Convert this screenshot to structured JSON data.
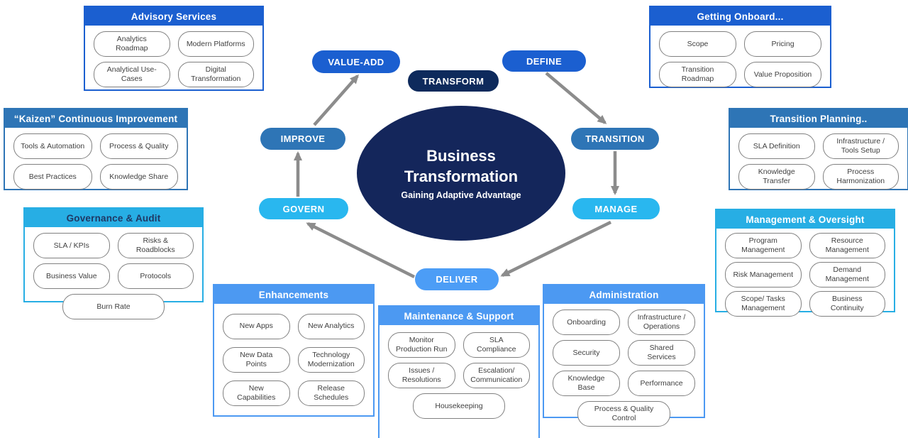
{
  "center": {
    "title": "Business Transformation",
    "subtitle": "Gaining Adaptive Advantage"
  },
  "cycle": {
    "transform": "TRANSFORM",
    "value_add": "VALUE-ADD",
    "define": "DEFINE",
    "improve": "IMPROVE",
    "transition": "TRANSITION",
    "govern": "GOVERN",
    "manage": "MANAGE",
    "deliver": "DELIVER"
  },
  "boxes": {
    "advisory": {
      "title": "Advisory Services",
      "items": [
        "Analytics Roadmap",
        "Modern Platforms",
        "Analytical Use-Cases",
        "Digital Transformation"
      ]
    },
    "onboard": {
      "title": "Getting Onboard...",
      "items": [
        "Scope",
        "Pricing",
        "Transition Roadmap",
        "Value Proposition"
      ]
    },
    "kaizen": {
      "title": "“Kaizen” Continuous Improvement",
      "items": [
        "Tools & Automation",
        "Process & Quality",
        "Best Practices",
        "Knowledge Share"
      ]
    },
    "transition_planning": {
      "title": "Transition Planning..",
      "items": [
        "SLA Definition",
        "Infrastructure / Tools Setup",
        "Knowledge Transfer",
        "Process Harmonization"
      ]
    },
    "governance": {
      "title": "Governance & Audit",
      "items": [
        "SLA / KPIs",
        "Risks & Roadblocks",
        "Business Value",
        "Protocols",
        "Burn Rate"
      ]
    },
    "management": {
      "title": "Management & Oversight",
      "items": [
        "Program Management",
        "Resource Management",
        "Risk Management",
        "Demand Management",
        "Scope/ Tasks Management",
        "Business Continuity"
      ]
    },
    "enhancements": {
      "title": "Enhancements",
      "items": [
        "New Apps",
        "New Analytics",
        "New Data Points",
        "Technology Modernization",
        "New Capabilities",
        "Release Schedules"
      ]
    },
    "maintenance": {
      "title": "Maintenance & Support",
      "items": [
        "Monitor Production Run",
        "SLA Compliance",
        "Issues / Resolutions",
        "Escalation/ Communication",
        "Housekeeping"
      ]
    },
    "administration": {
      "title": "Administration",
      "items": [
        "Onboarding",
        "Infrastructure / Operations",
        "Security",
        "Shared Services",
        "Knowledge Base",
        "Performance",
        "Process & Quality Control"
      ]
    }
  },
  "colors": {
    "royal_blue": "#1b5fd0",
    "steel_blue": "#2e75b6",
    "cyan_blue": "#27aee4",
    "cornflower_blue": "#4c99f2",
    "dark_navy": "#0e2a5c",
    "ellipse_navy": "#14265b",
    "governance_title_text": "#1f3864",
    "arrow_gray": "#8c8c8c",
    "pill_border_gray": "#808080"
  }
}
